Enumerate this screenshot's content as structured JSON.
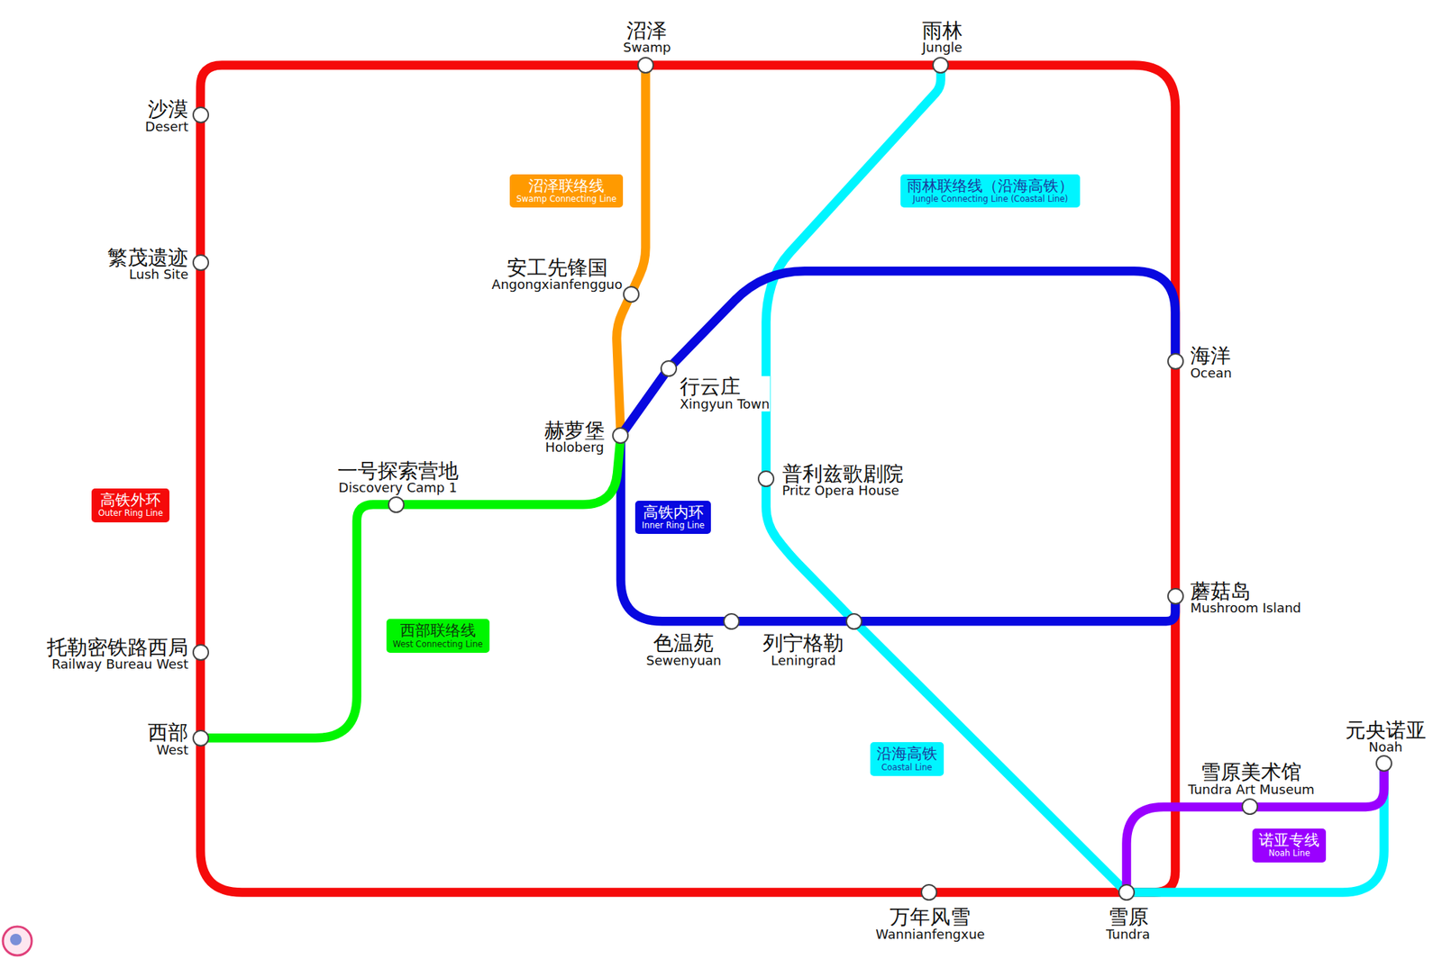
{
  "diagram": {
    "nodes": [
      {
        "text": [
          "沼泽",
          "Swamp"
        ]
      },
      {
        "text": [
          "雨林",
          "Jungle"
        ]
      },
      {
        "text": [
          "沙漠",
          "Desert"
        ]
      },
      {
        "text": [
          "沼泽联络线",
          "Swamp Connecting Line"
        ]
      },
      {
        "text": [
          "雨林联络线（沿海高铁）",
          "Jungle Connecting Line (Coastal Line)"
        ]
      },
      {
        "text": [
          "繁茂遗迹",
          "Lush Site"
        ]
      },
      {
        "text": [
          "安工先锋国",
          "Angongxianfengguo"
        ]
      },
      {
        "text": [
          "海洋",
          "Ocean"
        ]
      },
      {
        "text": [
          "行云庄",
          "Xingyun Town"
        ]
      },
      {
        "text": [
          "赫萝堡",
          "Holoberg"
        ]
      },
      {
        "text": [
          "普利兹歌剧院",
          "Pritz Opera House"
        ]
      },
      {
        "text": [
          "一号探索营地",
          "Discovery Camp 1"
        ]
      },
      {
        "text": [
          "高铁外环",
          "Outer Ring Line"
        ]
      },
      {
        "text": [
          "高铁内环",
          "Inner Ring Line"
        ]
      },
      {
        "text": [
          "蘑菇岛",
          "Mushroom Island"
        ]
      },
      {
        "text": [
          "色温苑",
          "Sewenyuan"
        ]
      },
      {
        "text": [
          "列宁格勒",
          "Leningrad"
        ]
      },
      {
        "text": [
          "西部联络线",
          "West Connecting Line"
        ]
      },
      {
        "text": [
          "托勒密铁路西局",
          "Railway Bureau West"
        ]
      },
      {
        "text": [
          "西部",
          "West"
        ]
      },
      {
        "text": [
          "沿海高铁",
          "Coastal Line"
        ]
      },
      {
        "text": [
          "元央诺亚",
          "Noah"
        ]
      },
      {
        "text": [
          "雪原美术馆",
          "Tundra Art Museum"
        ]
      },
      {
        "text": [
          "诺亚专线",
          "Noah Line"
        ]
      },
      {
        "text": [
          "万年风雪",
          "Wannianfengxue"
        ]
      },
      {
        "text": [
          "雪原",
          "Tundra"
        ]
      }
    ],
    "edges": [
      {
        "from": 0,
        "to": 1,
        "arrow": "none"
      },
      {
        "from": 1,
        "to": 7,
        "arrow": "none"
      },
      {
        "from": 7,
        "to": 14,
        "arrow": "none"
      },
      {
        "from": 14,
        "to": 25,
        "arrow": "none"
      },
      {
        "from": 25,
        "to": 24,
        "arrow": "none"
      },
      {
        "from": 24,
        "to": 19,
        "arrow": "none"
      },
      {
        "from": 19,
        "to": 18,
        "arrow": "none"
      },
      {
        "from": 18,
        "to": 5,
        "arrow": "none"
      },
      {
        "from": 5,
        "to": 2,
        "arrow": "none"
      },
      {
        "from": 2,
        "to": 0,
        "arrow": "none"
      },
      {
        "from": 0,
        "to": 6,
        "arrow": "none"
      },
      {
        "from": 6,
        "to": 9,
        "arrow": "none"
      },
      {
        "from": 1,
        "to": 10,
        "arrow": "none"
      },
      {
        "from": 10,
        "to": 16,
        "arrow": "none"
      },
      {
        "from": 16,
        "to": 25,
        "arrow": "none"
      },
      {
        "from": 25,
        "to": 21,
        "arrow": "none"
      },
      {
        "from": 25,
        "to": 22,
        "arrow": "none"
      },
      {
        "from": 22,
        "to": 21,
        "arrow": "none"
      },
      {
        "from": 9,
        "to": 8,
        "arrow": "none"
      },
      {
        "from": 8,
        "to": 7,
        "arrow": "none"
      },
      {
        "from": 14,
        "to": 16,
        "arrow": "none"
      },
      {
        "from": 16,
        "to": 15,
        "arrow": "none"
      },
      {
        "from": 15,
        "to": 9,
        "arrow": "none"
      },
      {
        "from": 9,
        "to": 11,
        "arrow": "none"
      },
      {
        "from": 11,
        "to": 19,
        "arrow": "none"
      }
    ]
  }
}
